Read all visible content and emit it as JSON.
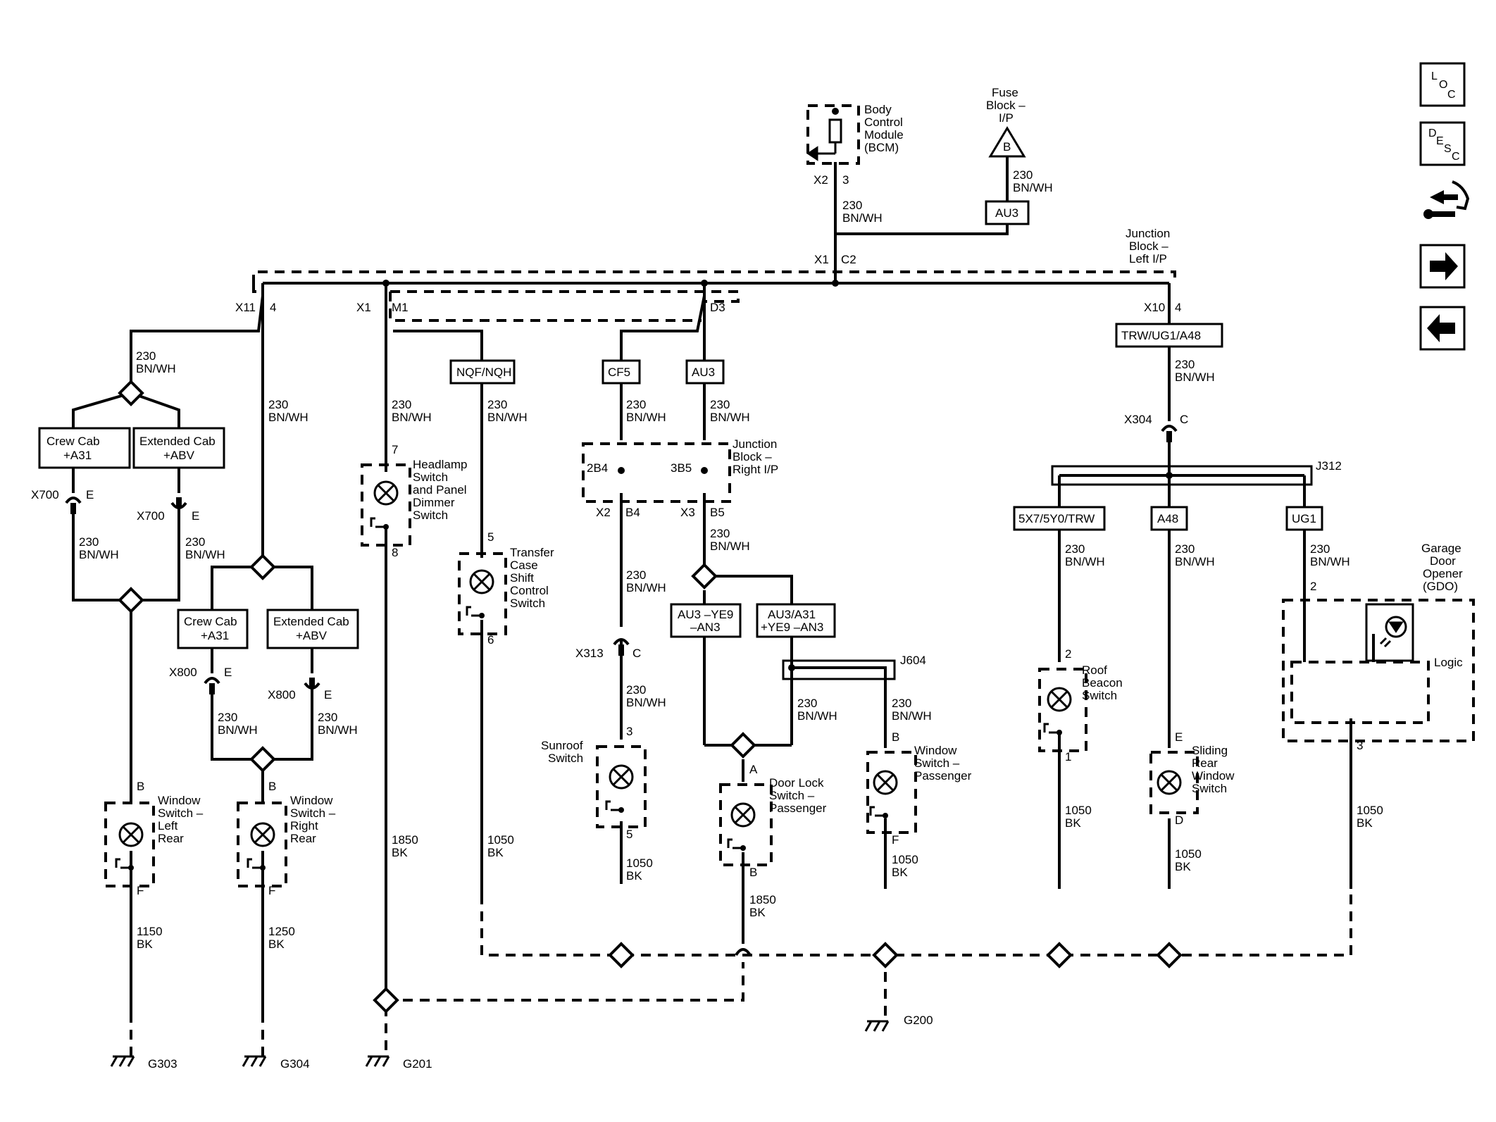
{
  "nav": {
    "loc": {
      "l": "L",
      "o": "O",
      "c": "C"
    },
    "desc": {
      "d": "D",
      "e": "E",
      "s": "S",
      "c": "C"
    }
  },
  "components": {
    "bcm": [
      "Body",
      "Control",
      "Module",
      "(BCM)"
    ],
    "fuse_block": [
      "Fuse",
      "Block –",
      "I/P"
    ],
    "fuse_letter": "B",
    "jb_left": [
      "Junction",
      "Block –",
      "Left I/P"
    ],
    "jb_right": [
      "Junction",
      "Block –",
      "Right I/P"
    ],
    "headlamp_switch": [
      "Headlamp",
      "Switch",
      "and Panel",
      "Dimmer",
      "Switch"
    ],
    "transfer_case": [
      "Transfer",
      "Case",
      "Shift",
      "Control",
      "Switch"
    ],
    "sunroof_switch": [
      "Sunroof",
      "Switch"
    ],
    "door_lock_switch": [
      "Door Lock",
      "Switch –",
      "Passenger"
    ],
    "window_switch_passenger": [
      "Window",
      "Switch –",
      "Passenger"
    ],
    "window_switch_left_rear": [
      "Window",
      "Switch –",
      "Left",
      "Rear"
    ],
    "window_switch_right_rear": [
      "Window",
      "Switch –",
      "Right",
      "Rear"
    ],
    "roof_beacon": [
      "Roof",
      "Beacon",
      "Switch"
    ],
    "sliding_rear_window": [
      "Sliding",
      "Rear",
      "Window",
      "Switch"
    ],
    "gdo": [
      "Garage",
      "Door",
      "Opener",
      "(GDO)"
    ],
    "gdo_logic": "Logic"
  },
  "boxes": {
    "au3_top": "AU3",
    "trw_ug1_a48": "TRW/UG1/A48",
    "nqf_nqh": "NQF/NQH",
    "cf5": "CF5",
    "au3_mid": "AU3",
    "crew_cab_1": [
      "Crew Cab",
      "+A31"
    ],
    "extended_cab_1": [
      "Extended Cab",
      "+ABV"
    ],
    "crew_cab_2": [
      "Crew Cab",
      "+A31"
    ],
    "extended_cab_2": [
      "Extended Cab",
      "+ABV"
    ],
    "au3_ye9_an3": [
      "AU3 –YE9",
      "–AN3"
    ],
    "au3_a31_ye9_an3": [
      "AU3/A31",
      "+YE9 –AN3"
    ],
    "opt_5x7": "5X7/5Y0/TRW",
    "opt_a48": "A48",
    "opt_ug1": "UG1"
  },
  "wires": {
    "w230": [
      "230",
      "BN/WH"
    ],
    "w1050": [
      "1050",
      "BK"
    ],
    "w1850": [
      "1850",
      "BK"
    ],
    "w1150": [
      "1150",
      "BK"
    ],
    "w1250": [
      "1250",
      "BK"
    ]
  },
  "connectors": {
    "x2": "X2",
    "x2_pin": "3",
    "x1": "X1",
    "x1_c2": "C2",
    "x11": "X11",
    "x11_pin": "4",
    "x1_m1": "X1",
    "m1": "M1",
    "d3": "D3",
    "x10": "X10",
    "x10_pin": "4",
    "x304": "X304",
    "x304_pin": "C",
    "j312": "J312",
    "x700a": "X700",
    "x700a_pin": "E",
    "x700b": "X700",
    "x700b_pin": "E",
    "x800a": "X800",
    "x800a_pin": "E",
    "x800b": "X800",
    "x800b_pin": "E",
    "jbr_2b4": "2B4",
    "jbr_3b5": "3B5",
    "jbr_x2": "X2",
    "jbr_b4": "B4",
    "jbr_x3": "X3",
    "jbr_b5": "B5",
    "x313": "X313",
    "x313_pin": "C",
    "j604": "J604",
    "p7": "7",
    "p8": "8",
    "p5": "5",
    "p6": "6",
    "p3": "3",
    "p5b": "5",
    "pA": "A",
    "pB": "B",
    "pB2": "B",
    "pF": "F",
    "pB3": "B",
    "pF3": "F",
    "pB4": "B",
    "pF4": "F",
    "p2": "2",
    "p1": "1",
    "pE": "E",
    "pD": "D",
    "gdo_p2": "2",
    "gdo_p3": "3"
  },
  "grounds": {
    "g303": "G303",
    "g304": "G304",
    "g201": "G201",
    "g200": "G200"
  }
}
